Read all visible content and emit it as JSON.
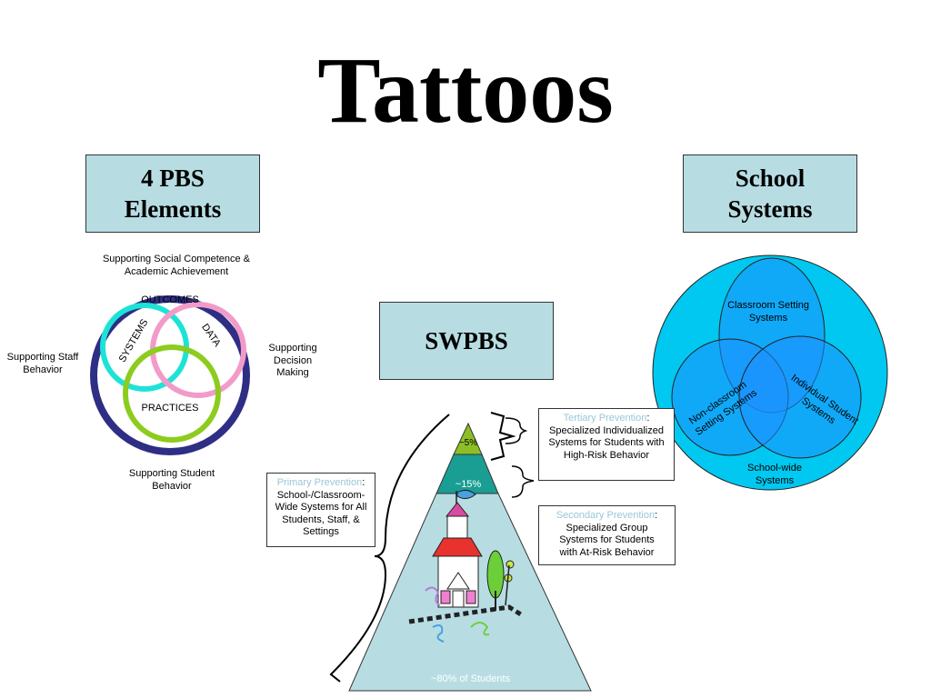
{
  "title": "Tattoos",
  "boxes": {
    "pbs": "4 PBS Elements",
    "swpbs": "SWPBS",
    "school": "School Systems"
  },
  "pbs_diagram": {
    "top_label": "Supporting Social Competence & Academic Achievement",
    "left_label": "Supporting Staff Behavior",
    "right_label": "Supporting Decision Making",
    "bottom_label": "Supporting Student Behavior",
    "outcomes": "OUTCOMES",
    "systems": "SYSTEMS",
    "data": "DATA",
    "practices": "PRACTICES",
    "colors": {
      "outer": "#2e2e85",
      "systems": "#1de3d6",
      "data": "#f29bc9",
      "practices": "#8ccc1e"
    }
  },
  "pyramid": {
    "tiers": [
      {
        "label": "~5%",
        "color": "#8cbf26"
      },
      {
        "label": "~15%",
        "color": "#1a9e93"
      },
      {
        "label": "~80% of Students",
        "color": "#b7dde3"
      }
    ],
    "callouts": {
      "tertiary": {
        "prefix": "Tertiary Prevention",
        "sep": ":",
        "text": "Specialized Individualized Systems for Students with High-Risk Behavior"
      },
      "secondary": {
        "prefix": "Secondary Prevention",
        "sep": ":",
        "text": "Specialized Group Systems for Students with At-Risk Behavior"
      },
      "primary": {
        "prefix": "Primary Prevention",
        "sep": ":",
        "text": "School-/Classroom-Wide Systems for All Students, Staff, & Settings"
      }
    }
  },
  "school_diagram": {
    "classroom": "Classroom Setting Systems",
    "nonclassroom": "Non-classroom Setting Systems",
    "individual": "Individual Student Systems",
    "schoolwide": "School-wide Systems",
    "colors": {
      "outer": "#00c8f0",
      "inner": "#1e90ff"
    }
  }
}
